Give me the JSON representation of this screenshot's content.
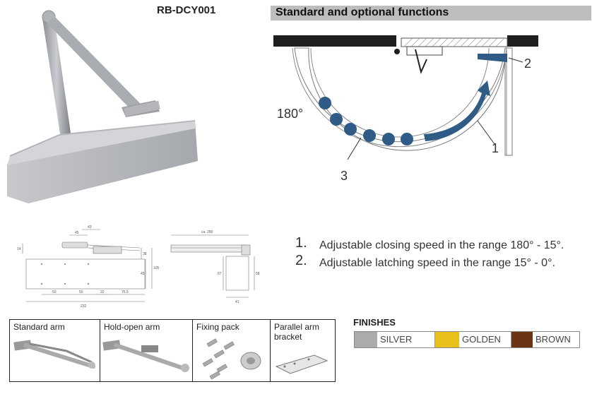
{
  "product_code": "RB-DCY001",
  "functions_header": "Standard and optional functions",
  "diagram": {
    "angle_label": "180°",
    "callout_1": "1",
    "callout_2": "2",
    "callout_3": "3"
  },
  "functions": [
    {
      "num": "1.",
      "text": "Adjustable closing speed in the range 180° - 15°."
    },
    {
      "num": "2.",
      "text": "Adjustable latching speed in the range 15° - 0°."
    }
  ],
  "dimensions": {
    "d45a": "45",
    "d43": "43",
    "d14": "14",
    "d38": "38",
    "d45b": "45",
    "d105": "105",
    "d50a": "50",
    "d50b": "50",
    "d22": "22",
    "d765": "76.5",
    "d232": "232",
    "d280": "ca. 280",
    "d67": "67",
    "d58": "58",
    "d41": "41"
  },
  "finishes": {
    "title": "FINISHES",
    "items": [
      {
        "label": "SILVER",
        "color": "#a9abad"
      },
      {
        "label": "GOLDEN",
        "color": "#e8c21a"
      },
      {
        "label": "BROWN",
        "color": "#6b3414"
      }
    ]
  },
  "accessories": [
    {
      "label": "Standard arm"
    },
    {
      "label": "Hold-open arm"
    },
    {
      "label": "Fixing pack"
    },
    {
      "label": "Parallel arm bracket"
    }
  ],
  "colors": {
    "speed_blue": "#2f5b86",
    "header_gray": "#bdbdbd"
  }
}
